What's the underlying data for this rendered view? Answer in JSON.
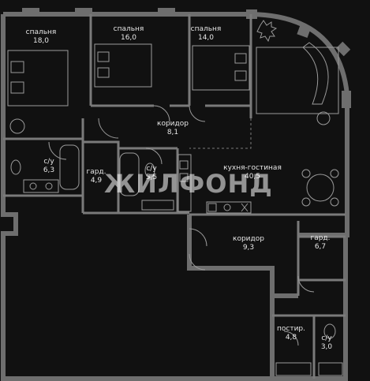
{
  "rooms": [
    {
      "id": "bedroom1",
      "name": "спальня",
      "area": "18,0"
    },
    {
      "id": "bedroom2",
      "name": "спальня",
      "area": "16,0"
    },
    {
      "id": "bedroom3",
      "name": "спальня",
      "area": "14,0"
    },
    {
      "id": "corridor1",
      "name": "коридор",
      "area": "8,1"
    },
    {
      "id": "bath1",
      "name": "с/у",
      "area": "6,3"
    },
    {
      "id": "wardrobe1",
      "name": "гард.",
      "area": "4,9"
    },
    {
      "id": "bath2",
      "name": "с/у",
      "area": "5,5"
    },
    {
      "id": "kitchen",
      "name": "кухня-гостиная",
      "area": "40,5"
    },
    {
      "id": "corridor2",
      "name": "коридор",
      "area": "9,3"
    },
    {
      "id": "wardrobe2",
      "name": "гард.",
      "area": "6,7"
    },
    {
      "id": "laundry",
      "name": "постир.",
      "area": "4,8"
    },
    {
      "id": "bath3",
      "name": "с/у",
      "area": "3,0"
    }
  ],
  "watermark": {
    "text": "ЖИЛФОНД"
  },
  "colors": {
    "background": "#111111",
    "wall": "#6e6e6e",
    "line": "#9a9a9a",
    "text": "#e6e6e6"
  }
}
